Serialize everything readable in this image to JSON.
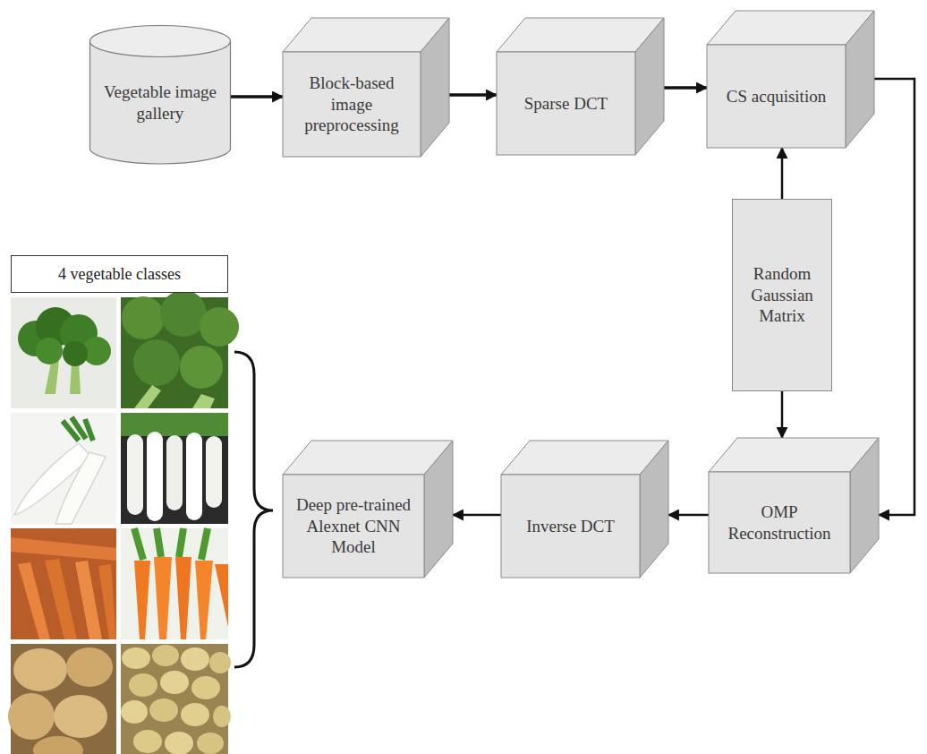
{
  "diagram": {
    "nodes": [
      {
        "text": [
          "Vegetable image gallery"
        ]
      },
      {
        "text": [
          "Block-based image preprocessing"
        ]
      },
      {
        "text": [
          "Sparse DCT"
        ]
      },
      {
        "text": [
          "CS acquisition"
        ]
      },
      {
        "text": [
          "Random Gaussian Matrix"
        ]
      },
      {
        "text": [
          "OMP Reconstruction"
        ]
      },
      {
        "text": [
          "Inverse DCT"
        ]
      },
      {
        "text": [
          "Deep pre-trained Alexnet CNN Model"
        ]
      },
      {
        "text": [
          "4 vegetable classes"
        ]
      }
    ],
    "edges": [
      {
        "from": 0,
        "to": 1,
        "arrow": "to"
      },
      {
        "from": 1,
        "to": 2,
        "arrow": "to"
      },
      {
        "from": 2,
        "to": 3,
        "arrow": "to"
      },
      {
        "from": 3,
        "to": 5,
        "arrow": "to"
      },
      {
        "from": 4,
        "to": 3,
        "arrow": "to"
      },
      {
        "from": 4,
        "to": 5,
        "arrow": "to"
      },
      {
        "from": 5,
        "to": 6,
        "arrow": "to"
      },
      {
        "from": 6,
        "to": 7,
        "arrow": "to"
      }
    ]
  }
}
